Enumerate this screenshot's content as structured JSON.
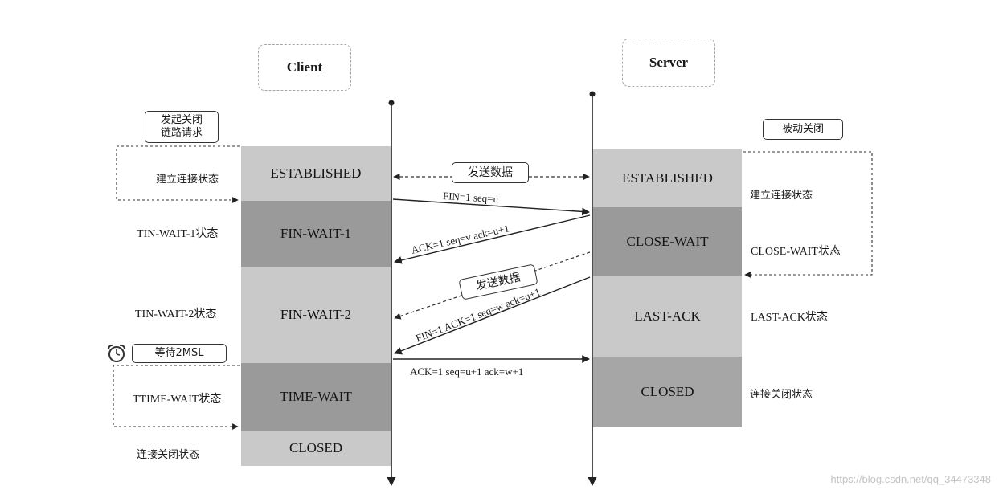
{
  "client": {
    "title": "Client",
    "note_close_request": [
      "发起关闭",
      "链路请求"
    ],
    "note_wait": "等待2MSL",
    "states": [
      "ESTABLISHED",
      "FIN-WAIT-1",
      "FIN-WAIT-2",
      "TIME-WAIT",
      "CLOSED"
    ],
    "state_labels": [
      "建立连接状态",
      "TIN-WAIT-1状态",
      "TIN-WAIT-2状态",
      "TTIME-WAIT状态",
      "连接关闭状态"
    ]
  },
  "server": {
    "title": "Server",
    "note_passive": "被动关闭",
    "states": [
      "ESTABLISHED",
      "CLOSE-WAIT",
      "LAST-ACK",
      "CLOSED"
    ],
    "state_labels": [
      "建立连接状态",
      "CLOSE-WAIT状态",
      "LAST-ACK状态",
      "连接关闭状态"
    ]
  },
  "messages": {
    "send_data_1": "发送数据",
    "send_data_2": "发送数据",
    "fin1": "FIN=1 seq=u",
    "ack1": "ACK=1 seq=v ack=u+1",
    "fin2": "FIN=1 ACK=1 seq=w ack=u+1",
    "ack2": "ACK=1 seq=u+1  ack=w+1"
  },
  "watermark": "https://blog.csdn.net/qq_34473348",
  "icons": {
    "alarm": "alarm-clock-icon"
  }
}
